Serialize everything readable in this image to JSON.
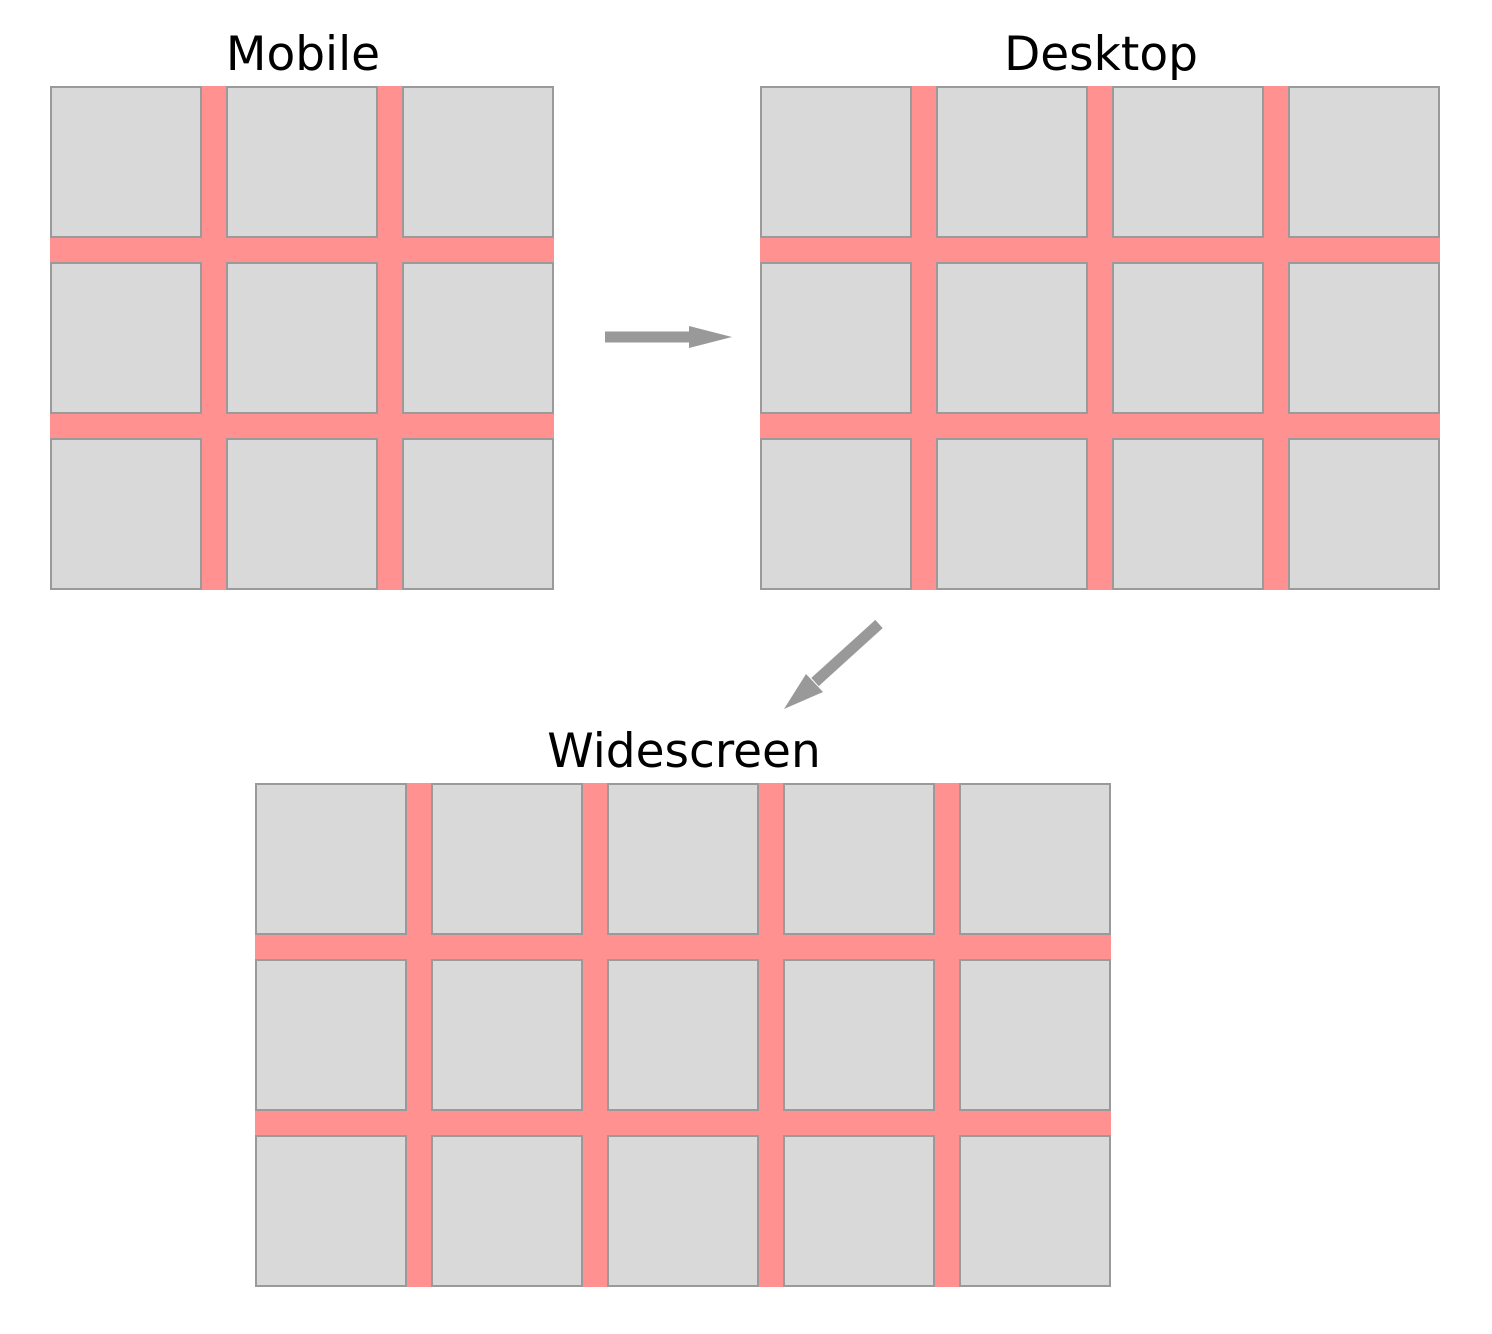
{
  "colors": {
    "gutter": "#ff9191",
    "cell": "#d9d9d9",
    "cell_border": "#9a9a9a",
    "arrow": "#999999",
    "title": "#000000"
  },
  "grids": {
    "mobile": {
      "title": "Mobile",
      "columns": 3,
      "rows": 3
    },
    "desktop": {
      "title": "Desktop",
      "columns": 4,
      "rows": 3
    },
    "widescreen": {
      "title": "Widescreen",
      "columns": 5,
      "rows": 3
    }
  },
  "arrows": [
    {
      "name": "mobile-to-desktop-arrow",
      "direction": "right"
    },
    {
      "name": "desktop-to-widescreen-arrow",
      "direction": "down-left"
    }
  ]
}
